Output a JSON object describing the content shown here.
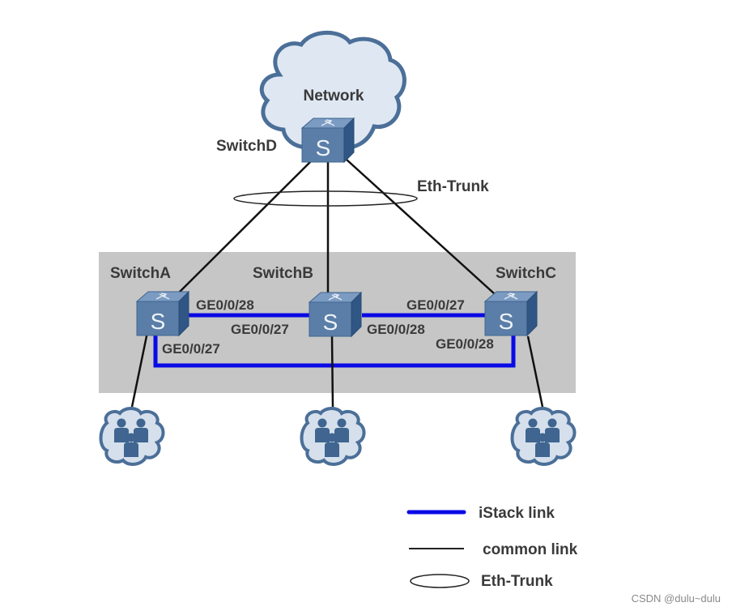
{
  "colors": {
    "stack_area": "#c6c6c6",
    "istack_link": "#0a0ae6",
    "common_link": "#111111",
    "switch_front": "#5b7ea8",
    "switch_side": "#2f5684",
    "switch_top": "#7b9bc2",
    "cloud_fill": "#dfe8f2",
    "cloud_edge": "#4b6f98"
  },
  "network": {
    "label": "Network"
  },
  "switches": [
    {
      "id": "D",
      "name": "SwitchD",
      "glyph": "S"
    },
    {
      "id": "A",
      "name": "SwitchA",
      "glyph": "S"
    },
    {
      "id": "B",
      "name": "SwitchB",
      "glyph": "S"
    },
    {
      "id": "C",
      "name": "SwitchC",
      "glyph": "S"
    }
  ],
  "trunk_label": "Eth-Trunk",
  "ports": {
    "a_to_b_a_side": "GE0/0/28",
    "a_to_b_b_side": "GE0/0/27",
    "a_to_c_a_side": "GE0/0/27",
    "b_to_c_b_side": "GE0/0/28",
    "b_to_c_c_side": "GE0/0/27",
    "a_to_c_c_side": "GE0/0/28"
  },
  "user_groups": [
    {
      "id": "users-a",
      "icon": "user-group-icon"
    },
    {
      "id": "users-b",
      "icon": "user-group-icon"
    },
    {
      "id": "users-c",
      "icon": "user-group-icon"
    }
  ],
  "legend": [
    {
      "type": "istack",
      "label": "iStack link"
    },
    {
      "type": "common",
      "label": "common link"
    },
    {
      "type": "trunk",
      "label": "Eth-Trunk"
    }
  ],
  "watermark": "CSDN @dulu~dulu"
}
